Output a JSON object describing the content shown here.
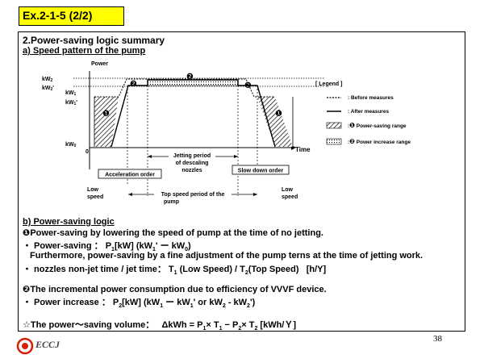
{
  "slide": {
    "title": "Ex.2-1-5 (2/2)",
    "page_number": "38",
    "logo_text": "ECCJ"
  },
  "section_a": {
    "heading": "2.Power-saving logic summary",
    "subheading": "a) Speed pattern of the pump"
  },
  "diagram": {
    "axis_y": "Power",
    "axis_x": "Time",
    "y_labels": [
      "kW2",
      "kW2'",
      "kW1",
      "kW1'",
      "kW0"
    ],
    "origin": "0",
    "marker_2": "❷",
    "marker_1": "❶",
    "jetting_label": [
      "Jetting period",
      "of descaling",
      "nozzles"
    ],
    "accel_label": "Acceleration order",
    "slow_label": "Slow down order",
    "low_speed_left": [
      "Low",
      "speed"
    ],
    "low_speed_right": [
      "Low",
      "speed"
    ],
    "top_speed_label": [
      "Top speed period of the",
      "pump"
    ],
    "legend": {
      "title": "[ Legend ]",
      "before": ": Before measures",
      "after": ": After measures",
      "saving": "Power-saving range",
      "increase": "Power increase range"
    }
  },
  "section_b": {
    "heading": "b) Power-saving logic",
    "line1": "Power-saving by lowering the speed of pump at the time of no jetting.",
    "line2_label": "・ Power-saving ：",
    "line2_value": "P1[kW] (kW1' ー kW0)",
    "line3": "Furthermore, power-saving by a fine adjustment of the pump terns at the time of jetting work.",
    "line4_label": "・ nozzles non-jet time / jet time：",
    "line4_value": "T1 (Low Speed) / T2(Top Speed) [h/Y]",
    "line5": "The incremental power consumption due to efficiency of VVVF device.",
    "line6_label": "・ Power increase ：",
    "line6_value": "P2[kW] (kW1 ー kW1' or kW2 - kW2')",
    "line7_label": "☆The power～saving volume：",
    "line7_value": "ΔkWh = P1× T1 − P2× T2 [kWh/Ｙ]"
  }
}
